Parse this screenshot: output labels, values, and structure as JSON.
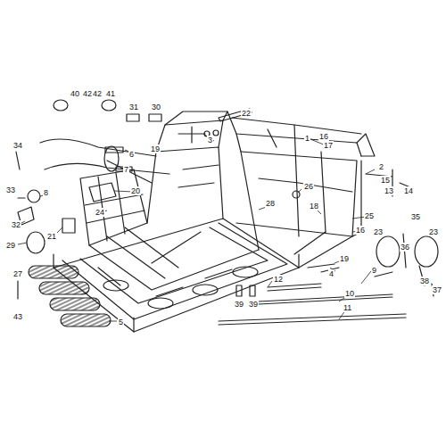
{
  "diagram": {
    "labels": [
      "40",
      "42",
      "42",
      "41",
      "31",
      "30",
      "22",
      "16",
      "17",
      "1",
      "3",
      "19",
      "6",
      "34",
      "2",
      "15",
      "13",
      "14",
      "7",
      "33",
      "8",
      "20",
      "26",
      "28",
      "18",
      "24",
      "25",
      "35",
      "16",
      "23",
      "23",
      "36",
      "21",
      "32",
      "29",
      "19",
      "4",
      "9",
      "38",
      "37",
      "12",
      "10",
      "27",
      "43",
      "39",
      "39",
      "11",
      "5"
    ]
  }
}
